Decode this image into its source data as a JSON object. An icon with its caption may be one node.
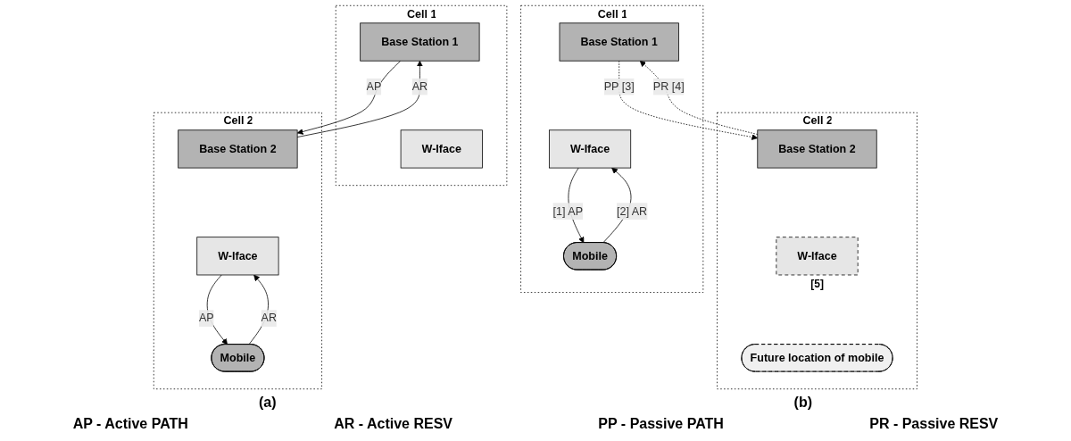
{
  "diagram": {
    "nodes": [
      {
        "text": [
          "Cell 1"
        ]
      },
      {
        "text": [
          "Base Station 1"
        ],
        "in": 0
      },
      {
        "text": [
          "W-Iface"
        ],
        "in": 0
      },
      {
        "text": [
          "Mobile"
        ],
        "in": 0
      },
      {
        "text": [
          "Cell 2"
        ]
      },
      {
        "text": [
          "Base Station 2"
        ],
        "in": 4
      },
      {
        "text": [
          "W-Iface"
        ],
        "in": 4,
        "beside": [
          "[5]"
        ]
      },
      {
        "text": [
          "Future location of mobile"
        ],
        "in": 4
      },
      {
        "text": [
          "Cell 1"
        ]
      },
      {
        "text": [
          "Base Station 1"
        ],
        "in": 8
      },
      {
        "text": [
          "W-Iface"
        ],
        "in": 8
      },
      {
        "text": [
          "Cell 2"
        ]
      },
      {
        "text": [
          "Base Station 2"
        ],
        "in": 11
      },
      {
        "text": [
          "W-Iface"
        ],
        "in": 11
      },
      {
        "text": [
          "Mobile"
        ],
        "in": 11
      }
    ],
    "edges": [
      {
        "from": 2,
        "to": 3,
        "arrow": "to",
        "label": "[1] AP"
      },
      {
        "from": 3,
        "to": 2,
        "arrow": "to",
        "label": "[2] AR"
      },
      {
        "from": 1,
        "to": 5,
        "arrow": "to",
        "label": "PP [3]",
        "style": "dashed"
      },
      {
        "from": 5,
        "to": 1,
        "arrow": "to",
        "label": "PR [4]",
        "style": "dashed"
      },
      {
        "from": 9,
        "to": 12,
        "arrow": "to",
        "label": "AP"
      },
      {
        "from": 12,
        "to": 9,
        "arrow": "to",
        "label": "AR"
      },
      {
        "from": 13,
        "to": 14,
        "arrow": "to",
        "label": "AP"
      },
      {
        "from": 14,
        "to": 13,
        "arrow": "to",
        "label": "AR"
      }
    ],
    "labels": [
      "(a)",
      "(b)",
      "AP - Active PATH",
      "AR - Active RESV",
      "PP - Passive PATH",
      "PR - Passive RESV"
    ]
  }
}
